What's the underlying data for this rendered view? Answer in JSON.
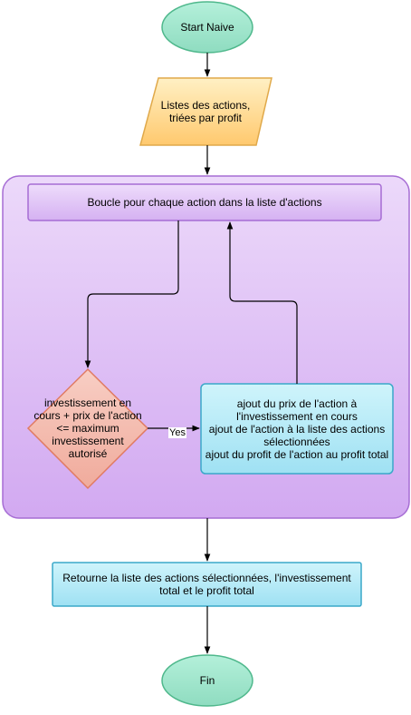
{
  "nodes": {
    "start": "Start Naive",
    "input": "Listes des actions,\ntriées par profit",
    "loop": "Boucle pour chaque action dans la liste d'actions",
    "condition": "investissement en\ncours + prix de l'action\n<= maximum\ninvestissement\nautorisé",
    "process": "ajout du prix de l'action à\nl'investissement en cours\najout de l'action à la liste des actions\nsélectionnées\najout du profit de l'action au profit total",
    "output": "Retourne la liste des actions sélectionnées, l'investissement\ntotal et le profit total",
    "end": "Fin"
  },
  "edges": {
    "yes_label": "Yes"
  },
  "colors": {
    "terminal_fill": "#9fe5cb",
    "terminal_stroke": "#4fb88c",
    "io_fill": "#ffd98a",
    "io_stroke": "#e0a94a",
    "container_fill": "#e2c7f5",
    "container_stroke": "#a66dd4",
    "loop_fill": "#d8b8f0",
    "decision_fill": "#f4bcb0",
    "decision_stroke": "#e07b62",
    "process_fill": "#b9ecf7",
    "process_stroke": "#3aa8c9"
  }
}
